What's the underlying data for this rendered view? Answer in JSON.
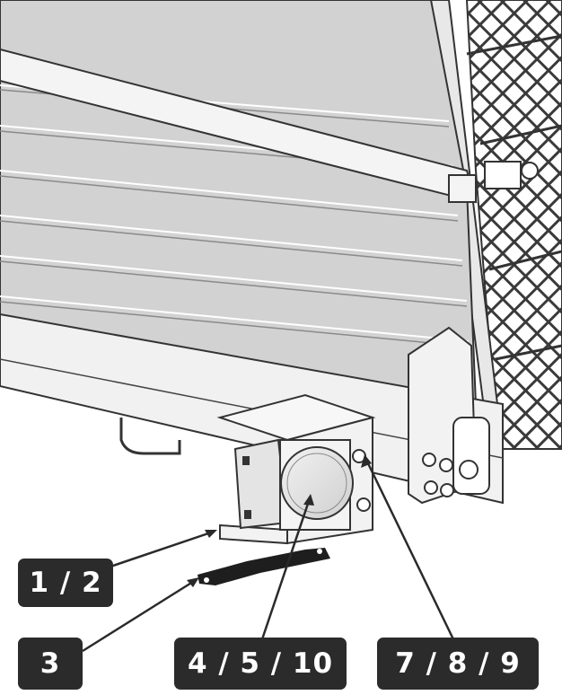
{
  "callouts": {
    "part_1_2": "1 / 2",
    "part_3": "3",
    "part_4_5_10": "4 / 5 / 10",
    "part_7_8_9": "7 / 8 / 9"
  },
  "colors": {
    "callout_bg": "#2b2b2b",
    "callout_text": "#ffffff",
    "line": "#2a2a2a",
    "panel": "#d6d6d6",
    "bracket": "#1e1e1e"
  }
}
